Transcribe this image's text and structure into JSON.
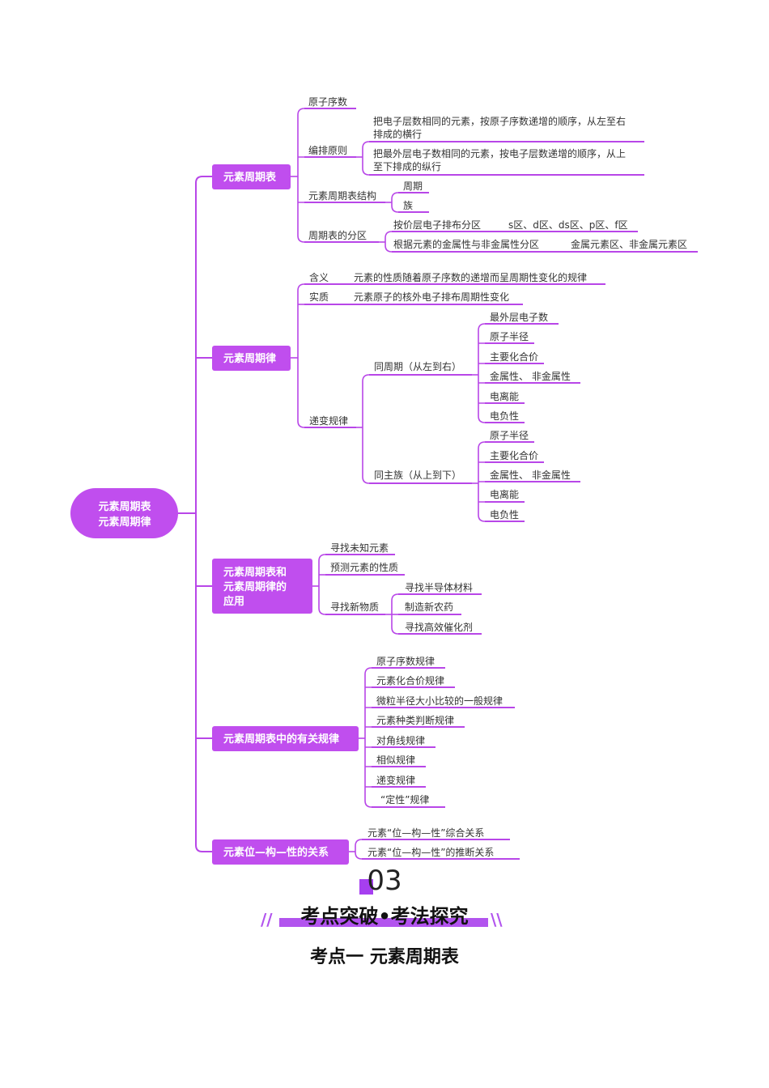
{
  "root": [
    "元素周期表",
    "元素周期律"
  ],
  "b1": {
    "title": "元素周期表",
    "yuanzi": "原子序数",
    "bianpai": "编排原则",
    "bp1a": "把电子层数相同的元素，按原子序数递增的顺序，从左至右",
    "bp1b": "排成的横行",
    "bp2a": "把最外层电子数相同的元素，按电子层数递增的顺序，从上",
    "bp2b": "至下排成的纵行",
    "jiegou": "元素周期表结构",
    "zhouqi": "周期",
    "zu": "族",
    "fenqu": "周期表的分区",
    "fq1": "按价层电子排布分区",
    "fq1v": "s区、d区、ds区、p区、f区",
    "fq2": "根据元素的金属性与非金属性分区",
    "fq2v": "金属元素区、非金属元素区"
  },
  "b2": {
    "title": "元素周期律",
    "hanyi": "含义",
    "hanyiv": "元素的性质随着原子序数的递增而呈周期性变化的规律",
    "shizhi": "实质",
    "shizhiv": "元素原子的核外电子排布周期性变化",
    "dibian": "递变规律",
    "tongzhouqi": "同周期（从左到右）",
    "zq": [
      "最外层电子数",
      "原子半径",
      "主要化合价",
      "金属性、 非金属性",
      "电离能",
      "电负性"
    ],
    "tongzhuzu": "同主族（从上到下）",
    "zz": [
      "原子半径",
      "主要化合价",
      "金属性、 非金属性",
      "电离能",
      "电负性"
    ]
  },
  "b3": {
    "title": [
      "元素周期表和",
      "元素周期律的",
      "应用"
    ],
    "i1": "寻找未知元素",
    "i2": "预测元素的性质",
    "i3": "寻找新物质",
    "sub": [
      "寻找半导体材料",
      "制造新农药",
      "寻找高效催化剂"
    ]
  },
  "b4": {
    "title": "元素周期表中的有关规律",
    "items": [
      "原子序数规律",
      "元素化合价规律",
      "微粒半径大小比较的一般规律",
      "元素种类判断规律",
      "对角线规律",
      "相似规律",
      "递变规律",
      "“定性”规律"
    ]
  },
  "b5": {
    "title": "元素位—构—性的关系",
    "items": [
      "元素“位—构—性”综合关系",
      "元素“位—构—性”的推断关系"
    ]
  },
  "footer": {
    "number": "03",
    "banner": "考点突破•考法探究",
    "slash_left": "//",
    "slash_right": "\\\\",
    "subtitle": "考点一  元素周期表"
  },
  "colors": {
    "accent": "#b846e8",
    "box": "#c04eee"
  }
}
